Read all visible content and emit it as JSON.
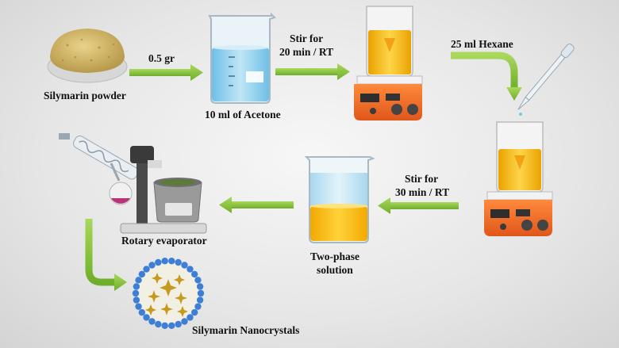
{
  "labels": {
    "powder": "Silymarin powder",
    "amount": "0.5 gr",
    "acetone": "10 ml of Acetone",
    "stir1_line1": "Stir for",
    "stir1_line2": "20 min / RT",
    "hexane": "25 ml Hexane",
    "stir2_line1": "Stir for",
    "stir2_line2": "30 min / RT",
    "twophase_line1": "Two-phase",
    "twophase_line2": "solution",
    "rotary": "Rotary evaporator",
    "nanocrystals": "Silymarin Nanocrystals"
  },
  "icons": {
    "powder": "powder-bowl-icon",
    "beaker": "beaker-icon",
    "stirrer": "magnetic-stirrer-icon",
    "pipette": "pipette-icon",
    "rotary": "rotary-evaporator-icon",
    "nanocrystal": "nanocrystal-icon",
    "arrow": "arrow-icon"
  },
  "colors": {
    "arrow": "#8dc63f",
    "stirrer_body": "#f26a21",
    "solution": "#f0b400",
    "acetone": "#9ed6f0",
    "particle": "#3d7fd6",
    "crystal": "#c69a1e"
  }
}
